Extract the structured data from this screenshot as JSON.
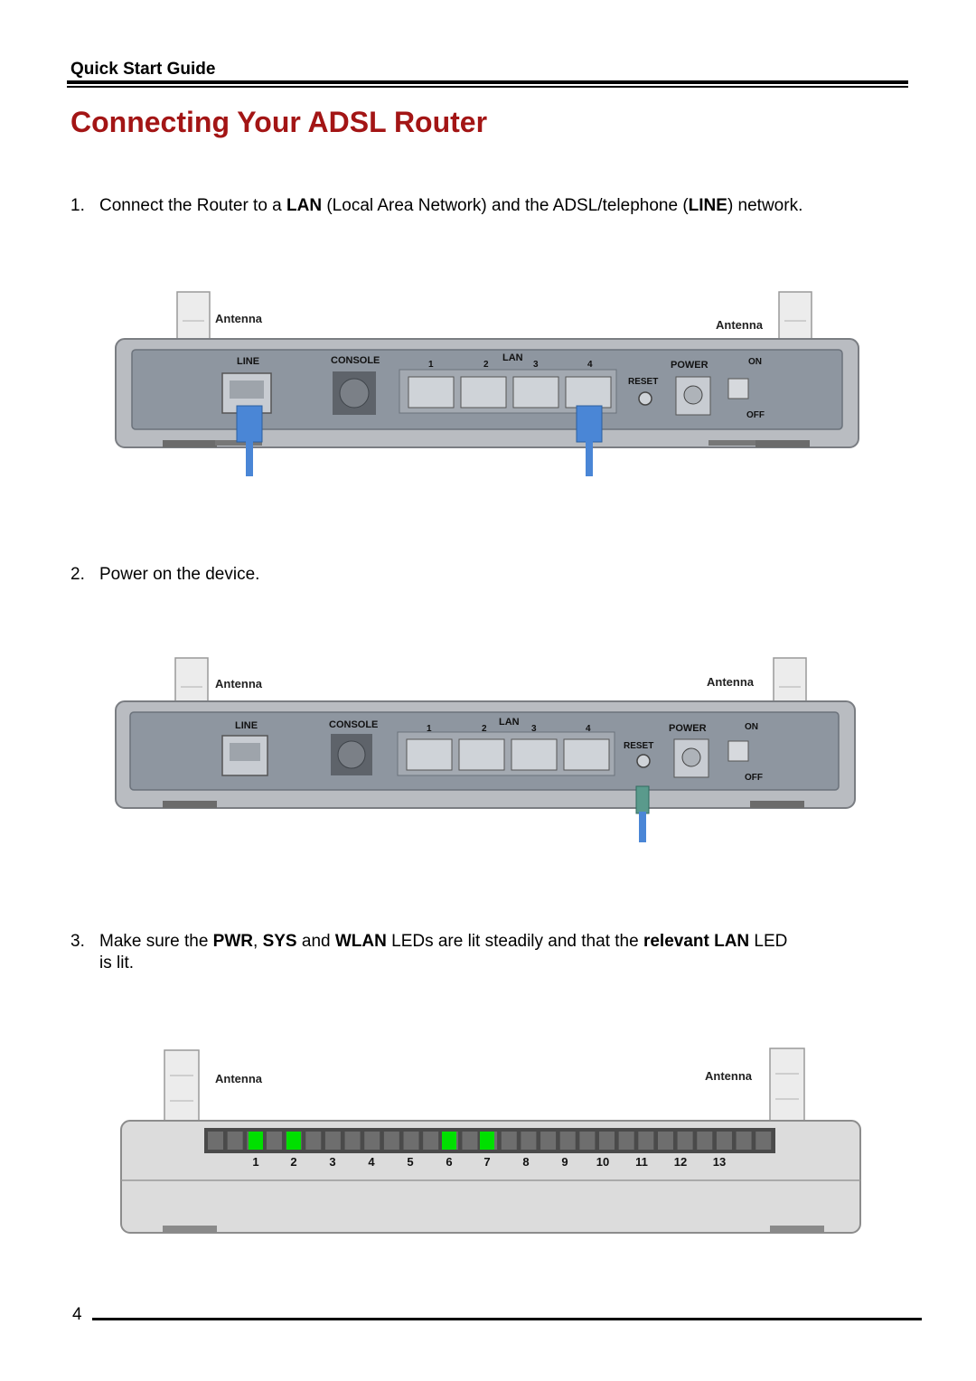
{
  "header": {
    "label": "Quick Start Guide"
  },
  "title": "Connecting Your ADSL Router",
  "steps": [
    {
      "number": "1.",
      "parts": [
        "Connect the Router to a ",
        "LAN",
        " (Local Area Network) and the ADSL/telephone (",
        "LINE",
        ") network."
      ]
    },
    {
      "number": "2.",
      "parts": [
        "Power on the device."
      ]
    },
    {
      "number": "3.",
      "parts": [
        "Make sure the ",
        "PWR",
        ", ",
        "SYS",
        " and ",
        "WLAN",
        " LEDs are lit steadily and that the ",
        "relevant LAN",
        " LED"
      ],
      "continuation": "is lit."
    }
  ],
  "router_back": {
    "antenna_left": "Antenna",
    "antenna_right": "Antenna",
    "line": "LINE",
    "console": "CONSOLE",
    "lan": "LAN",
    "lan_ports": [
      "1",
      "2",
      "3",
      "4"
    ],
    "reset": "RESET",
    "power": "POWER",
    "on": "ON",
    "off": "OFF"
  },
  "router_front": {
    "antenna_left": "Antenna",
    "antenna_right": "Antenna",
    "led_numbers": [
      "1",
      "2",
      "3",
      "4",
      "5",
      "6",
      "7",
      "8",
      "9",
      "10",
      "11",
      "12",
      "13"
    ],
    "lit_leds": [
      1,
      2,
      6,
      7
    ],
    "led_lit_color": "#00e000",
    "led_off_color": "#6e6e6e"
  },
  "colors": {
    "title": "#a31515",
    "cable": "#4a86d6"
  },
  "page_number": "4"
}
